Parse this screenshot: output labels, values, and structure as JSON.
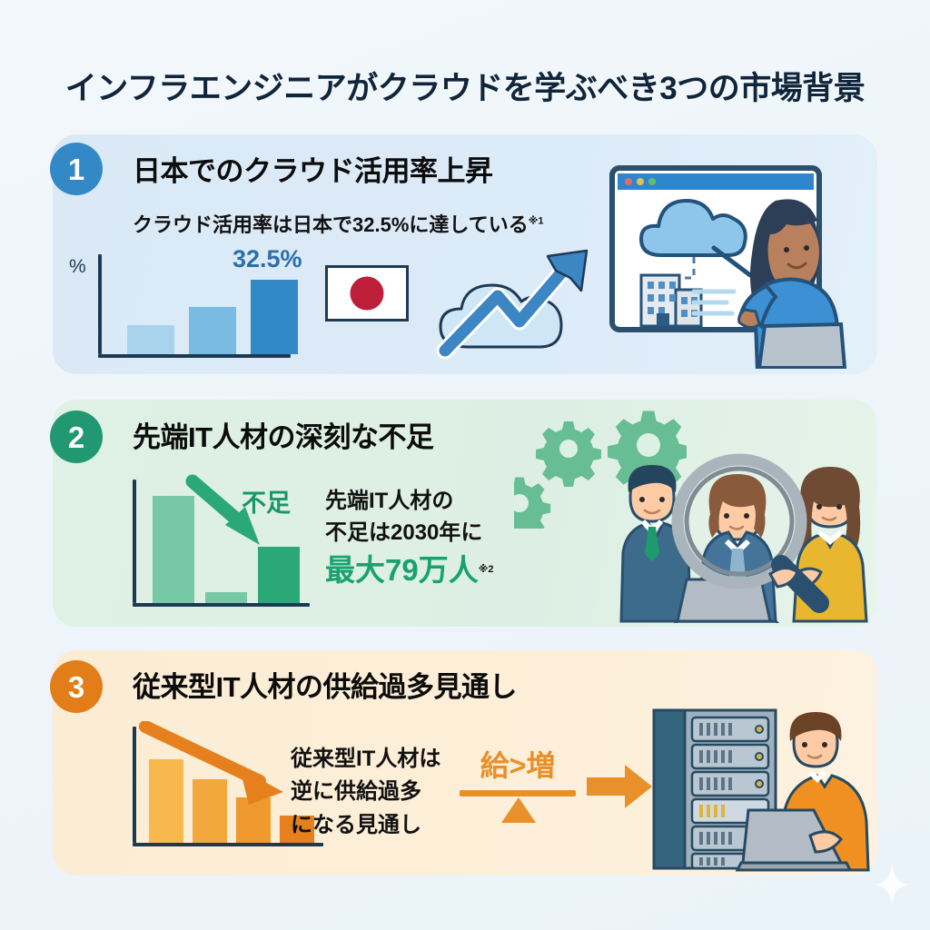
{
  "title": "インフラエンジニアがクラウドを学ぶべき3つの市場背景",
  "theme": {
    "page_bg": "#eef5fa",
    "card1_bg": "#dceaf7",
    "card2_bg": "#ddefe4",
    "card3_bg": "#fcedd6",
    "accent_blue": "#3389c6",
    "accent_green": "#219871",
    "accent_orange": "#e27d19",
    "title_color": "#10253a"
  },
  "sections": [
    {
      "number": "1",
      "badge_color": "#3389c6",
      "title": "日本でのクラウド活用率上昇",
      "subtitle": "クラウド活用率は日本で32.5%に達している",
      "subtitle_note": "※1",
      "axis_label": "%",
      "value_label": "32.5%",
      "icons": [
        "bar-chart-icon",
        "japan-flag-icon",
        "cloud-growth-arrow-icon",
        "presenter-illustration"
      ]
    },
    {
      "number": "2",
      "badge_color": "#219871",
      "title": "先端IT人材の深刻な不足",
      "chart_label": "不足",
      "body_line1": "先端IT人材の",
      "body_line2": "不足は2030年に",
      "body_highlight": "最大79万人",
      "body_note": "※2",
      "icons": [
        "declining-bar-chart-icon",
        "down-arrow-icon",
        "gear-icon",
        "magnifier-icon",
        "team-illustration"
      ]
    },
    {
      "number": "3",
      "badge_color": "#e27d19",
      "title": "従来型IT人材の供給過多見通し",
      "body_line1": "従来型IT人材は",
      "body_line2": "逆に供給過多",
      "body_line3": "になる見通し",
      "scale_text": "給>増",
      "icons": [
        "declining-bar-chart-icon",
        "down-trend-arrow-icon",
        "balance-scale-icon",
        "right-arrow-icon",
        "server-engineer-illustration"
      ]
    }
  ],
  "chart_data": [
    {
      "type": "bar",
      "title": "日本のクラウド活用率",
      "categories": [
        "",
        "",
        ""
      ],
      "values": [
        12,
        21,
        32.5
      ],
      "ylabel": "%",
      "ylim": [
        0,
        40
      ],
      "data_label": "32.5%",
      "colors": [
        "#a9d3ed",
        "#79bbe3",
        "#3389c6"
      ],
      "grid": false,
      "legend": "none"
    },
    {
      "type": "bar",
      "title": "先端IT人材の需給",
      "categories": [
        "",
        "",
        ""
      ],
      "values": [
        100,
        8,
        46
      ],
      "ylabel": "",
      "ylim": [
        0,
        110
      ],
      "annotation": "不足",
      "colors": [
        "#76c9a4",
        "#76c9a4",
        "#2aa878"
      ],
      "grid": false,
      "legend": "none"
    },
    {
      "type": "bar",
      "title": "従来型IT人材の供給過多",
      "categories": [
        "",
        "",
        "",
        ""
      ],
      "values": [
        78,
        60,
        42,
        25
      ],
      "ylabel": "",
      "ylim": [
        0,
        90
      ],
      "colors": [
        "#f6b killing",
        "#f2a83c",
        "#ef992f",
        "#e5801d"
      ],
      "grid": false,
      "legend": "none"
    }
  ]
}
